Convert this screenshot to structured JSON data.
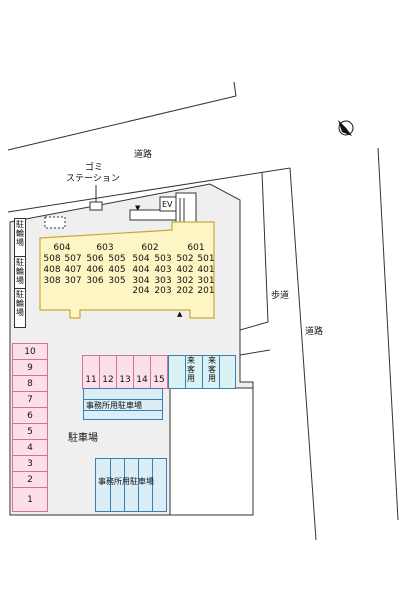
{
  "labels": {
    "road_top": "道路",
    "road_right": "道路",
    "sidewalk": "歩道",
    "garbage_line1": "ゴミ",
    "garbage_line2": "ステーション",
    "ev": "EV",
    "parking_lot": "駐車場",
    "bicycle_parking": [
      "駐輪場",
      "駐輪場",
      "駐輪場"
    ],
    "visitor_parking": [
      "来客用",
      "来客用"
    ],
    "office_parking": [
      "事務所用駐車場",
      "事務所用駐車場"
    ]
  },
  "building": {
    "rows": [
      [
        "604",
        "603",
        "602",
        "601"
      ],
      [
        "508",
        "507",
        "506",
        "505",
        "504",
        "503",
        "502",
        "501"
      ],
      [
        "408",
        "407",
        "406",
        "405",
        "404",
        "403",
        "402",
        "401"
      ],
      [
        "308",
        "307",
        "306",
        "305",
        "304",
        "303",
        "302",
        "301"
      ],
      [
        "204",
        "203",
        "202",
        "201"
      ]
    ],
    "entrance_marks": [
      "▼",
      "▲"
    ]
  },
  "parking": {
    "left_column": [
      "10",
      "9",
      "8",
      "7",
      "6",
      "5",
      "4",
      "3",
      "2",
      "1"
    ],
    "top_row": [
      "11",
      "12",
      "13",
      "14",
      "15"
    ]
  },
  "colors": {
    "building_fill": "#fdf6c4",
    "building_stroke": "#c8a93a",
    "lot_fill": "#efefef",
    "pink": "#fbe0ec",
    "blue": "#dbeef8",
    "cyan": "#daf2f2"
  }
}
